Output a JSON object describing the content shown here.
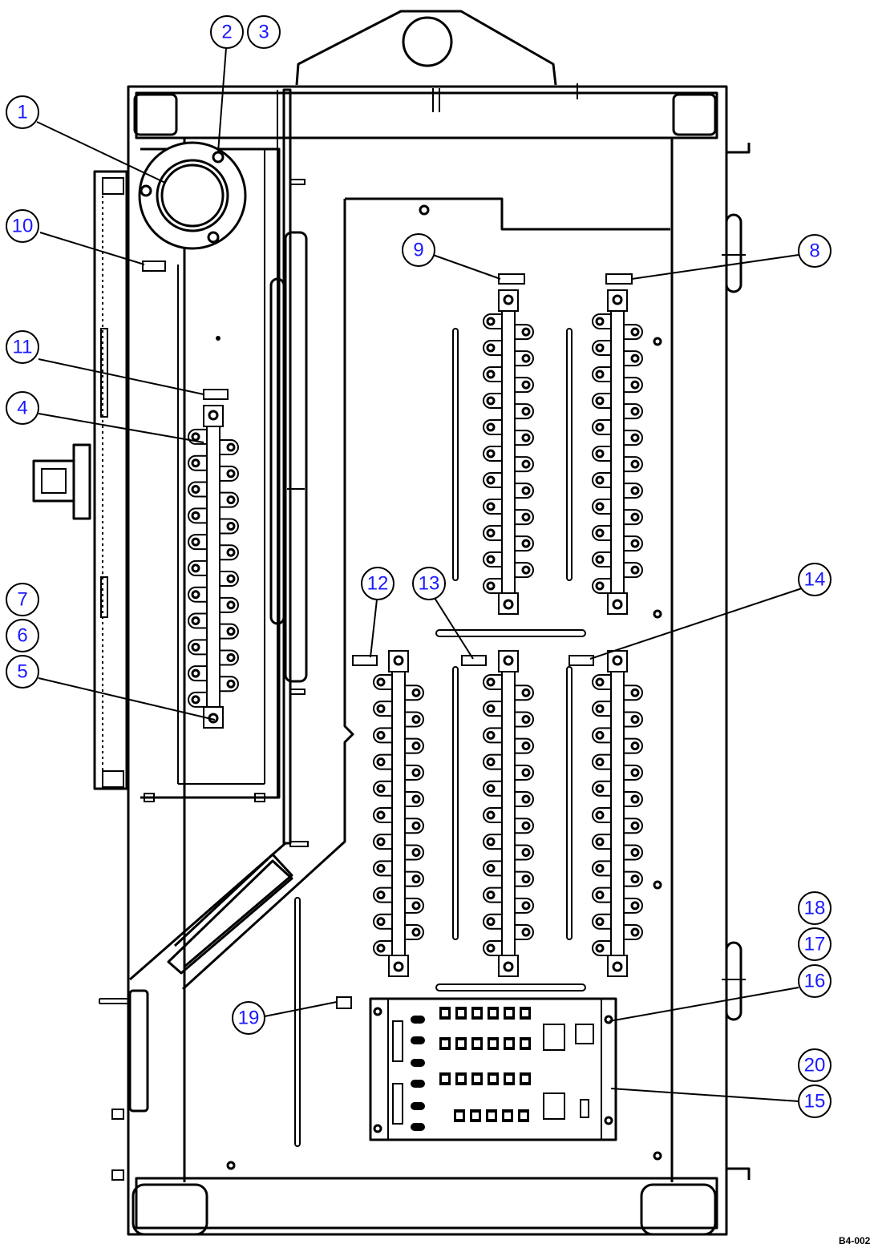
{
  "callouts": [
    {
      "id": "c1",
      "label": "1"
    },
    {
      "id": "c2",
      "label": "2"
    },
    {
      "id": "c3",
      "label": "3"
    },
    {
      "id": "c4",
      "label": "4"
    },
    {
      "id": "c5",
      "label": "5"
    },
    {
      "id": "c6",
      "label": "6"
    },
    {
      "id": "c7",
      "label": "7"
    },
    {
      "id": "c8",
      "label": "8"
    },
    {
      "id": "c9",
      "label": "9"
    },
    {
      "id": "c10",
      "label": "10"
    },
    {
      "id": "c11",
      "label": "11"
    },
    {
      "id": "c12",
      "label": "12"
    },
    {
      "id": "c13",
      "label": "13"
    },
    {
      "id": "c14",
      "label": "14"
    },
    {
      "id": "c15",
      "label": "15"
    },
    {
      "id": "c16",
      "label": "16"
    },
    {
      "id": "c17",
      "label": "17"
    },
    {
      "id": "c18",
      "label": "18"
    },
    {
      "id": "c19",
      "label": "19"
    },
    {
      "id": "c20",
      "label": "20"
    }
  ],
  "drawing_code": "B4-002"
}
